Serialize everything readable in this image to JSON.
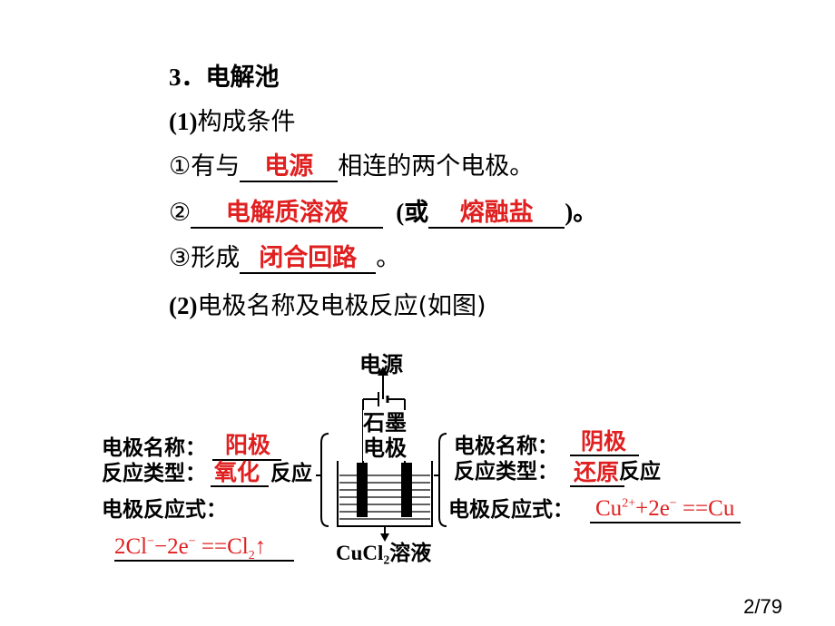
{
  "heading": {
    "num": "3．",
    "text": "电解池"
  },
  "sub1": {
    "num": "(1)",
    "text": "构成条件"
  },
  "item1": {
    "prefix": "①有与",
    "answer": "电源",
    "suffix": "相连的两个电极。"
  },
  "item2": {
    "prefix": "②",
    "answer1": "电解质溶液",
    "middle": "(或",
    "answer2": "熔融盐",
    "suffix": ")。"
  },
  "item3": {
    "prefix": "③形成",
    "answer": "闭合回路",
    "suffix": "。"
  },
  "sub2": {
    "num": "(2)",
    "text": "电极名称及电极反应(如图)"
  },
  "diagram": {
    "power_label": "电源",
    "electrode_label_1": "石墨",
    "electrode_label_2": "电极",
    "solution_label": "CuCl₂溶液",
    "left": {
      "name_label": "电极名称：",
      "name_answer": "阳极",
      "type_label": "反应类型：",
      "type_answer": "氧化",
      "type_suffix": "反应",
      "eq_label": "电极反应式：",
      "eq": {
        "a": "2Cl",
        "a_sup": "−",
        "b": "−2e",
        "b_sup": "−",
        "c": " ==Cl",
        "c_sub": "2",
        "d": "↑"
      }
    },
    "right": {
      "name_label": "电极名称：",
      "name_answer": "阴极",
      "type_label": "反应类型：",
      "type_answer": "还原",
      "type_suffix": "反应",
      "eq_label": "电极反应式：",
      "eq": {
        "a": "Cu",
        "a_sup": "2+",
        "b": "+2e",
        "b_sup": "−",
        "c": " ==Cu"
      }
    }
  },
  "page_number": "2/79"
}
